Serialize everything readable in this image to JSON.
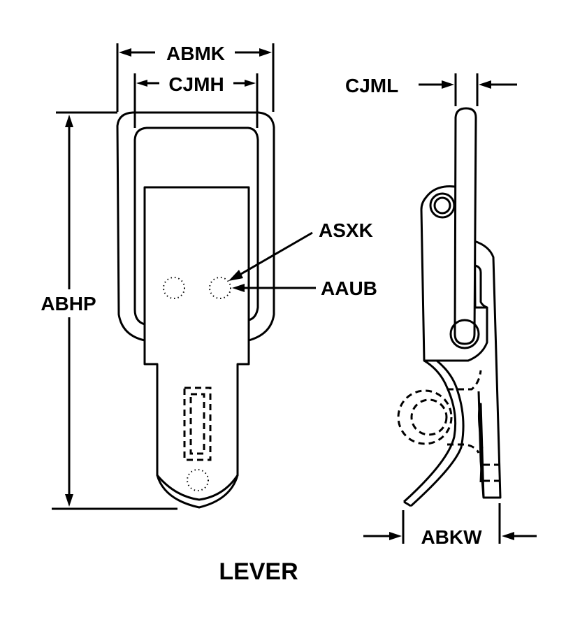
{
  "diagram": {
    "title": "LEVER",
    "labels": {
      "overall_width": "ABMK",
      "inner_width": "CJMH",
      "overall_height": "ABHP",
      "hole_callout_1": "ASXK",
      "hole_callout_2": "AAUB",
      "wire_thickness": "CJML",
      "side_depth": "ABKW"
    },
    "views": [
      "front-view",
      "side-view"
    ],
    "colors": {
      "line": "#000000",
      "background": "#ffffff"
    }
  }
}
